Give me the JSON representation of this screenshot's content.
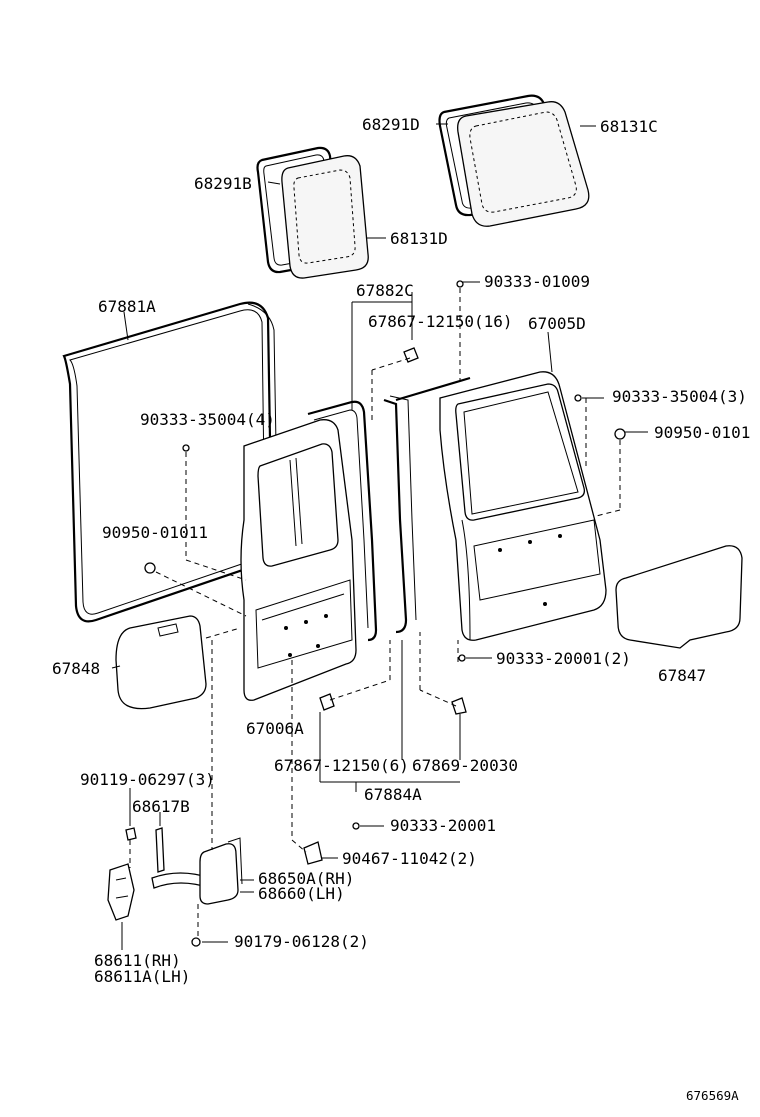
{
  "diagram": {
    "labels": {
      "p68291D": "68291D",
      "p68131C": "68131C",
      "p68291B": "68291B",
      "p68131D": "68131D",
      "p90333_01009": "90333-01009",
      "p67882C": "67882C",
      "p67881A": "67881A",
      "p67867_12150_16": "67867-12150(16)",
      "p67005D": "67005D",
      "p90333_35004_3": "90333-35004(3)",
      "p90333_35004_4": "90333-35004(4)",
      "p90950_0101": "90950-0101",
      "p90950_01011": "90950-01011",
      "p90333_20001_2": "90333-20001(2)",
      "p67848": "67848",
      "p67847": "67847",
      "p67006A": "67006A",
      "p67867_12150_6": "67867-12150(6)",
      "p67869_20030": "67869-20030",
      "p67884A": "67884A",
      "p90119_06297_3": "90119-06297(3)",
      "p68617B": "68617B",
      "p90333_20001": "90333-20001",
      "p90467_11042_2": "90467-11042(2)",
      "p68650A_RH": "68650A(RH)",
      "p68660_LH": "68660(LH)",
      "p90179_06128_2": "90179-06128(2)",
      "p68611_RH": "68611(RH)",
      "p68611A_LH": "68611A(LH)",
      "figure_id": "676569A"
    }
  }
}
